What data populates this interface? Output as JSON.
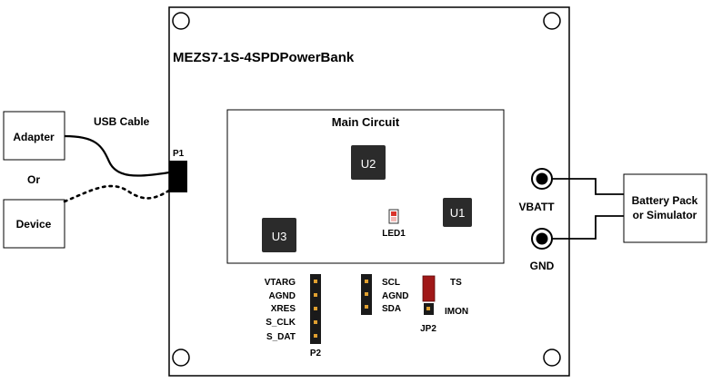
{
  "board": {
    "title": "MEZS7-1S-4SPDPowerBank"
  },
  "main_circuit": {
    "title": "Main Circuit",
    "chips": {
      "u1": "U1",
      "u2": "U2",
      "u3": "U3"
    },
    "led": {
      "label": "LED1",
      "color": "#d9342b"
    }
  },
  "left": {
    "adapter": "Adapter",
    "or": "Or",
    "device": "Device",
    "usb_cable": "USB Cable",
    "connector": "P1"
  },
  "right": {
    "vbatt": "VBATT",
    "gnd": "GND",
    "battery_line1": "Battery Pack",
    "battery_line2": "or Simulator"
  },
  "headers": {
    "p2": {
      "label": "P2",
      "pins": [
        "VTARG",
        "AGND",
        "XRES",
        "S_CLK",
        "S_DAT"
      ]
    },
    "i2c": {
      "pins": [
        "SCL",
        "AGND",
        "SDA"
      ]
    },
    "jp2": {
      "label": "JP2",
      "ts": "TS",
      "imon": "IMON",
      "jumper_color": "#a01818"
    }
  },
  "colors": {
    "chip_fill": "#2b2b2b",
    "header_fill": "#1a1a1a",
    "pin_color": "#e0a030"
  }
}
